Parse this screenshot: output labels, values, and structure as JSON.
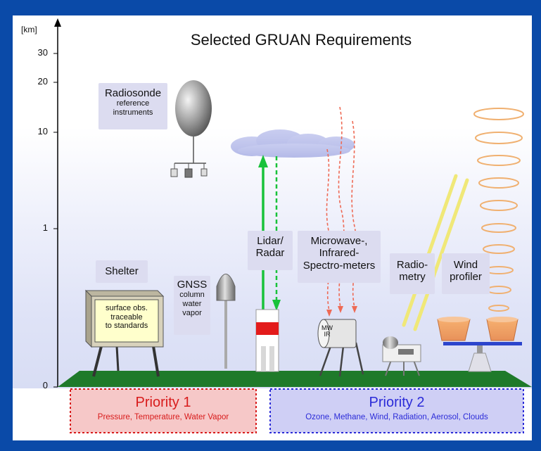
{
  "title": "Selected GRUAN Requirements",
  "axis": {
    "unit": "[km]",
    "ticks": [
      {
        "label": "30"
      },
      {
        "label": "20"
      },
      {
        "label": "10"
      },
      {
        "label": "1"
      },
      {
        "label": "0"
      }
    ]
  },
  "labels": {
    "radiosonde": {
      "title": "Radiosonde",
      "sub1": "reference",
      "sub2": "instruments"
    },
    "shelter": "Shelter",
    "shelter_sign": {
      "l1": "surface obs.",
      "l2": "traceable",
      "l3": "to standards"
    },
    "gnss": {
      "title": "GNSS",
      "sub1": "column",
      "sub2": "water",
      "sub3": "vapor"
    },
    "lidar": {
      "l1": "Lidar/",
      "l2": "Radar"
    },
    "microwave": {
      "l1": "Microwave-,",
      "l2": "Infrared-",
      "l3": "Spectro-meters"
    },
    "mwir": {
      "l1": "MW",
      "l2": "IR"
    },
    "radiometry": {
      "l1": "Radio-",
      "l2": "metry"
    },
    "wind": {
      "l1": "Wind",
      "l2": "profiler"
    }
  },
  "priority1": {
    "title": "Priority 1",
    "items": "Pressure, Temperature, Water Vapor"
  },
  "priority2": {
    "title": "Priority 2",
    "items": "Ozone, Methane, Wind, Radiation, Aerosol, Clouds"
  },
  "colors": {
    "frame": "#0a4aa8",
    "ground": "#1f7a2a",
    "priority1_fill": "#f6c8c8",
    "priority1_text": "#d81b1b",
    "priority2_fill": "#cfcff5",
    "priority2_text": "#2b2bd8",
    "lidar_arrow": "#19c23a",
    "microwave_rays": "#ee6a55",
    "solar_rays": "#f0e878",
    "wind_rings": "#f0b070"
  }
}
